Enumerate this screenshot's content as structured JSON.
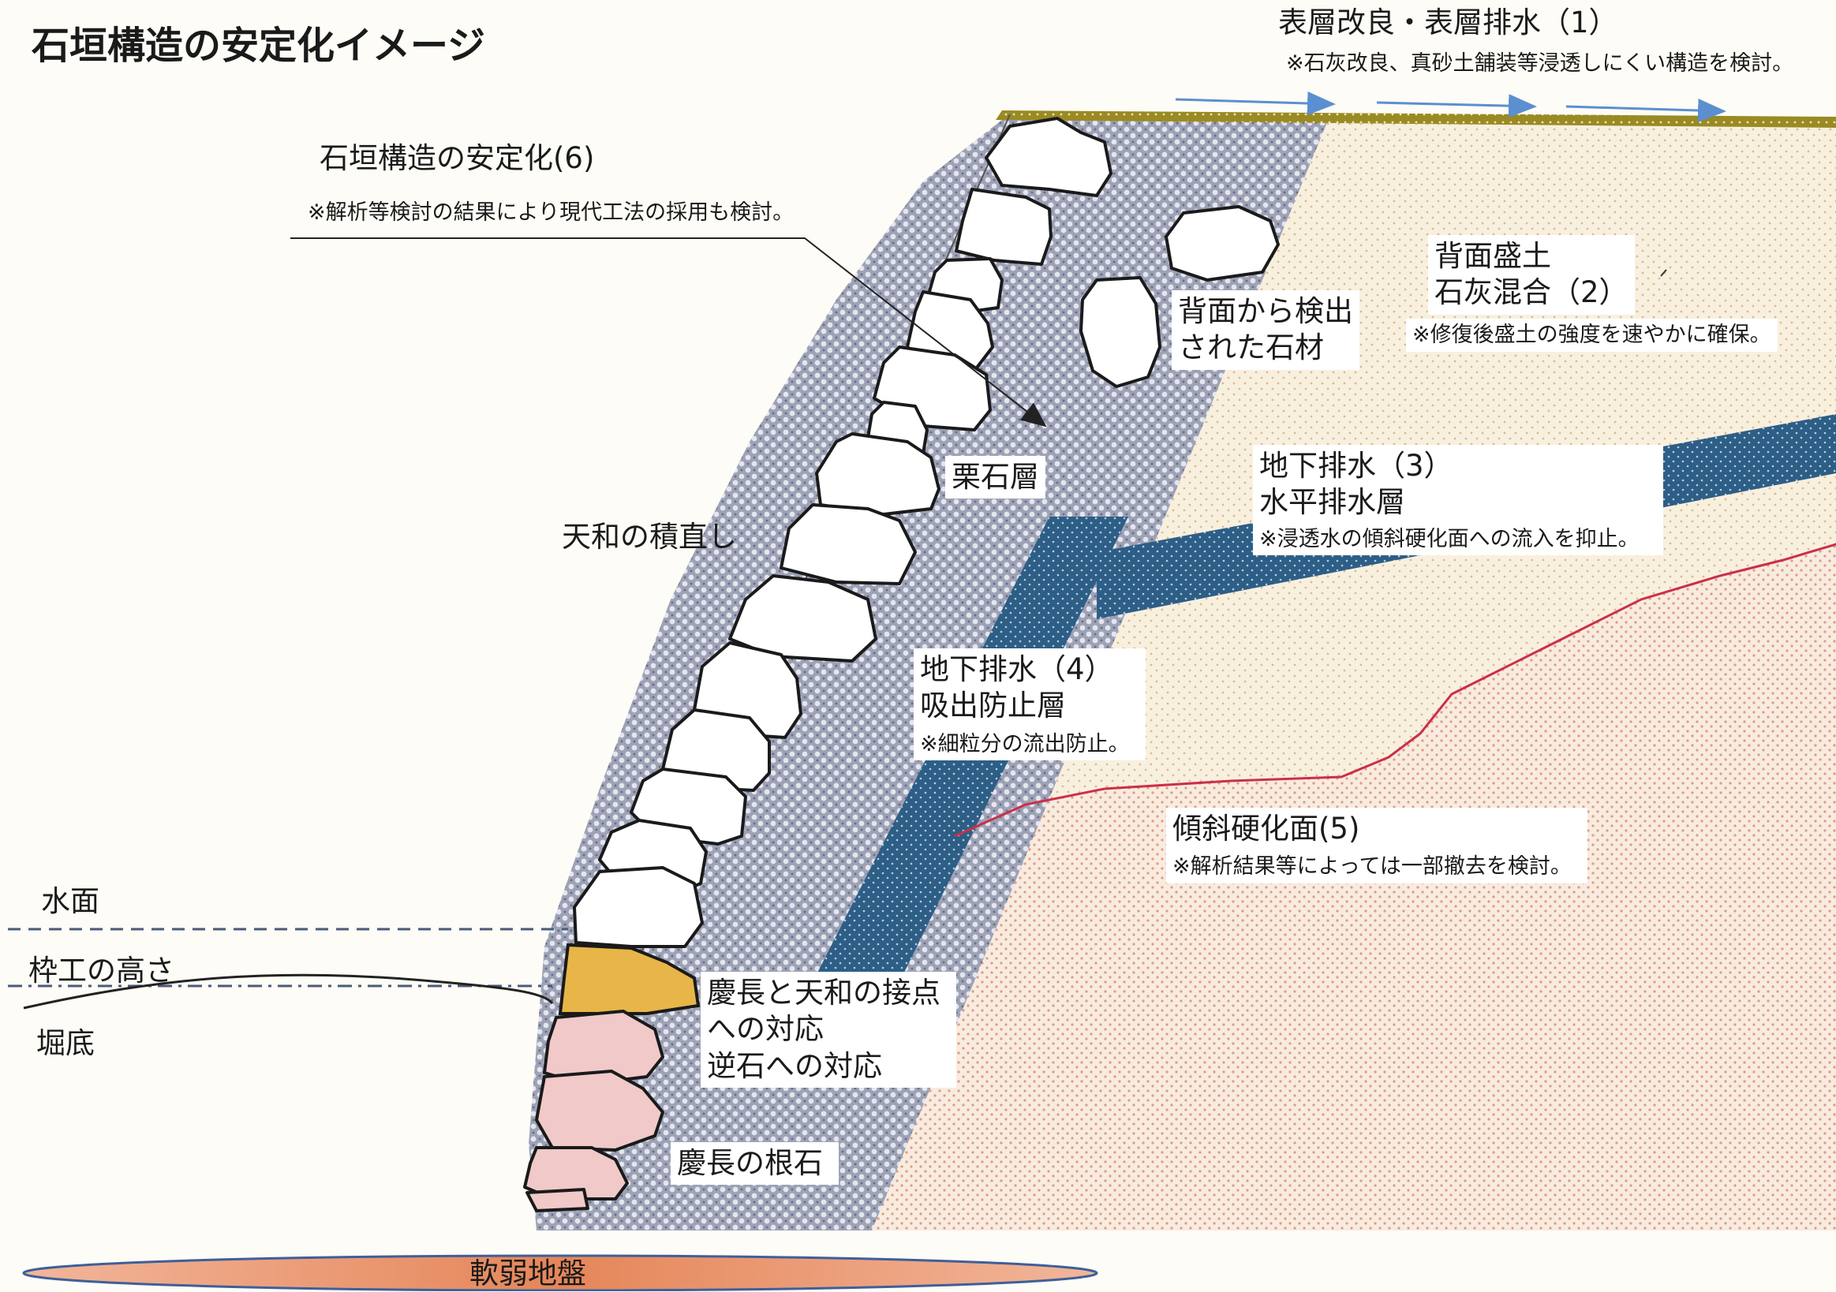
{
  "title": "石垣構造の安定化イメージ",
  "labels": {
    "surface": {
      "main": "表層改良・表層排水（1）",
      "note": "※石灰改良、真砂土舗装等浸透しにくい構造を検討。"
    },
    "stabilize": {
      "main": "石垣構造の安定化(6)",
      "note": "※解析等検討の結果により現代工法の採用も検討。"
    },
    "backfill": {
      "line1": "背面盛土",
      "line2": "石灰混合（2）",
      "note": "※修復後盛土の強度を速やかに確保。"
    },
    "found_stones": {
      "line1": "背面から検出",
      "line2": "された石材"
    },
    "gravel": "栗石層",
    "tenwa": "天和の積直し",
    "drain3": {
      "line1": "地下排水（3）",
      "line2": "水平排水層",
      "note": "※浸透水の傾斜硬化面への流入を抑止。"
    },
    "drain4": {
      "line1": "地下排水（4）",
      "line2": "吸出防止層",
      "note": "※細粒分の流出防止。"
    },
    "slope5": {
      "main": "傾斜硬化面(5)",
      "note": "※解析結果等によっては一部撤去を検討。"
    },
    "water": "水面",
    "frame": "枠工の高さ",
    "bottom": "堀底",
    "junction": {
      "line1": "慶長と天和の接点",
      "line2": "への対応",
      "line3": "逆石への対応"
    },
    "root": "慶長の根石",
    "soft": "軟弱地盤"
  },
  "colors": {
    "background": "#fdfcf6",
    "fill_soil": "#f6ecd8",
    "dot_soil": "#e6b98a",
    "dot_lower": "#e3a07c",
    "gravel": "#8c90a6",
    "drain": "#2c5d84",
    "surface": "#9c8a22",
    "slope_line": "#cc2f48",
    "keicho_top": "#e8b548",
    "keicho_root": "#f0c9c8",
    "soft_ground": "#e8966c",
    "arrow": "#5b8fd0"
  }
}
